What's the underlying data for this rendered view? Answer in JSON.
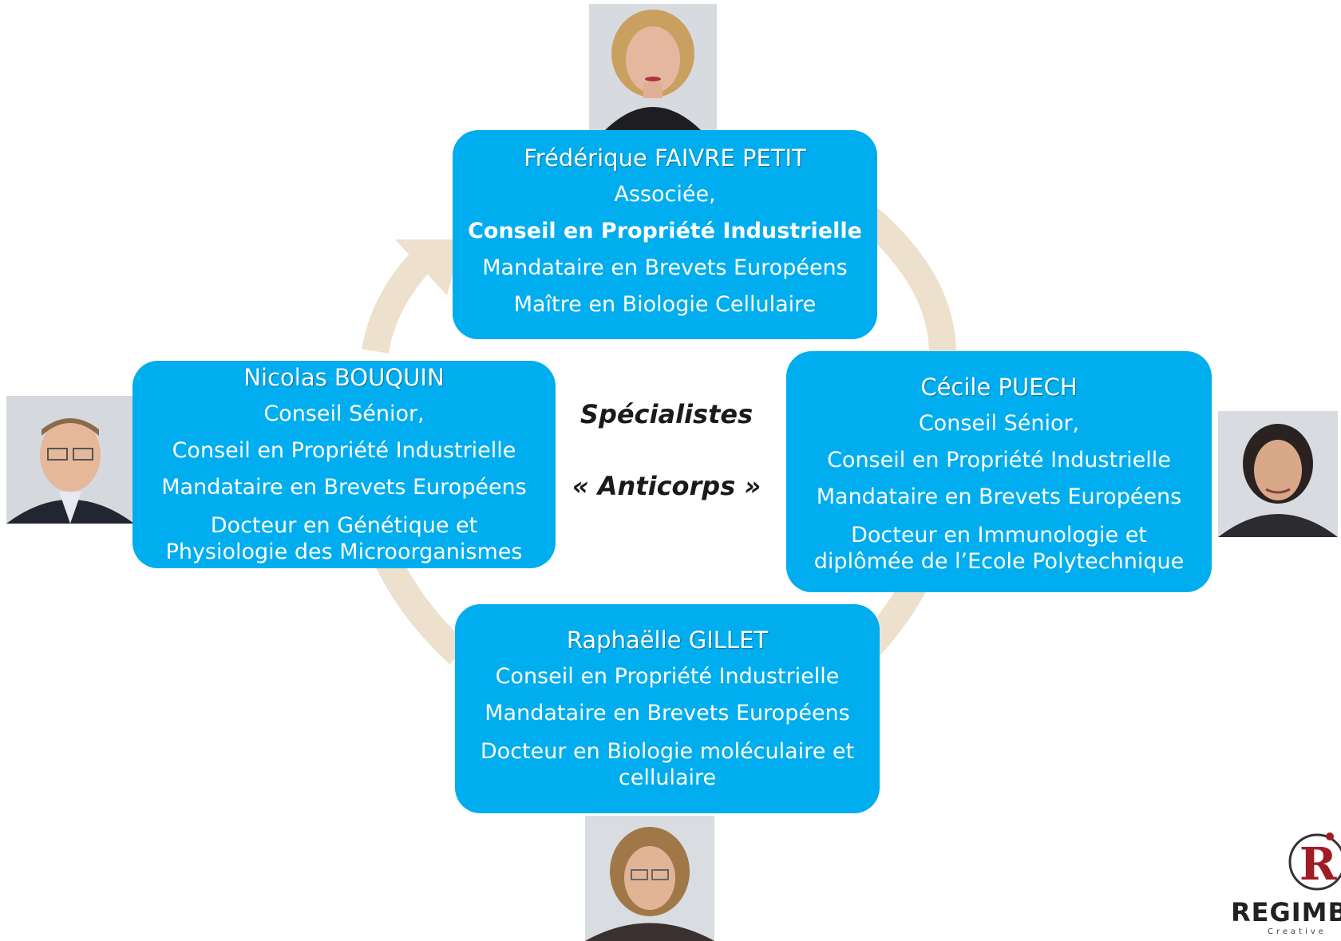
{
  "center": {
    "line1": "Spécialistes",
    "line2": "« Anticorps »"
  },
  "people": {
    "top": {
      "name": "Frédérique FAIVRE PETIT",
      "lines": [
        "Associée,",
        "Conseil en Propriété Industrielle",
        "Mandataire en Brevets Européens",
        "Maître en Biologie Cellulaire"
      ]
    },
    "left": {
      "name": "Nicolas BOUQUIN",
      "lines": [
        "Conseil Sénior,",
        "Conseil en Propriété Industrielle",
        "Mandataire en Brevets Européens",
        "Docteur en Génétique et Physiologie des Microorganismes"
      ]
    },
    "right": {
      "name": "Cécile PUECH",
      "lines": [
        "Conseil Sénior,",
        "Conseil en Propriété Industrielle",
        "Mandataire en Brevets Européens",
        "Docteur en Immunologie et diplômée de l’Ecole Polytechnique"
      ]
    },
    "bottom": {
      "name": "Raphaëlle GILLET",
      "lines": [
        "Conseil en Propriété Industrielle",
        "Mandataire en Brevets Européens",
        "Docteur en Biologie moléculaire et cellulaire"
      ]
    }
  },
  "logo": {
    "word": "REGIMB",
    "sub": "Creative"
  },
  "colors": {
    "card": "#00adef",
    "ring": "#ede0cc"
  }
}
